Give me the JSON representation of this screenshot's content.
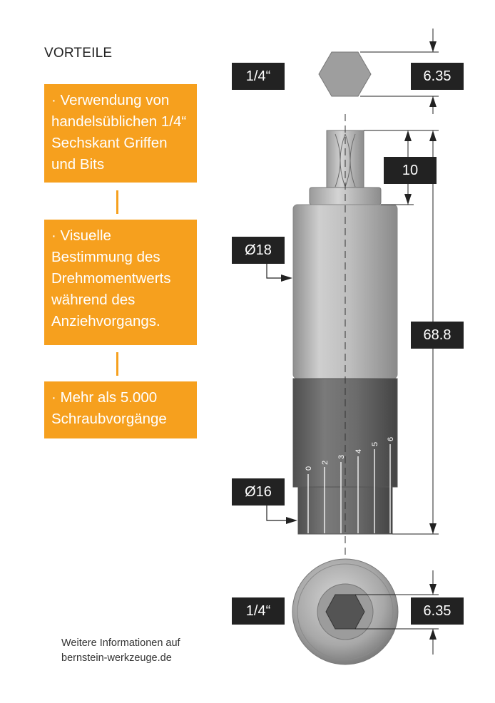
{
  "heading": "VORTEILE",
  "benefits": [
    {
      "text": "· Verwendung von handelsüblichen 1/4“ Sechskant Griffen und Bits"
    },
    {
      "text": "· Visuelle Bestimmung des Drehmomentwerts während des Anziehvorgangs."
    },
    {
      "text": "· Mehr als 5.000 Schraubvorgänge"
    }
  ],
  "dimensions": {
    "top_hex": "1/4“",
    "top_size": "6.35",
    "bit_length": "10",
    "diameter_upper": "Ø18",
    "total_length": "68.8",
    "diameter_lower": "Ø16",
    "bottom_hex": "1/4“",
    "bottom_size": "6.35"
  },
  "scale": [
    "0",
    "2",
    "3",
    "4",
    "5",
    "6"
  ],
  "footer": {
    "line1": "Weitere Informationen auf",
    "line2": "bernstein-werkzeuge.de"
  },
  "colors": {
    "accent": "#f6a01e",
    "label_bg": "#222222",
    "body_light": "#bdbdbd",
    "body_dark": "#6f6f6f"
  }
}
